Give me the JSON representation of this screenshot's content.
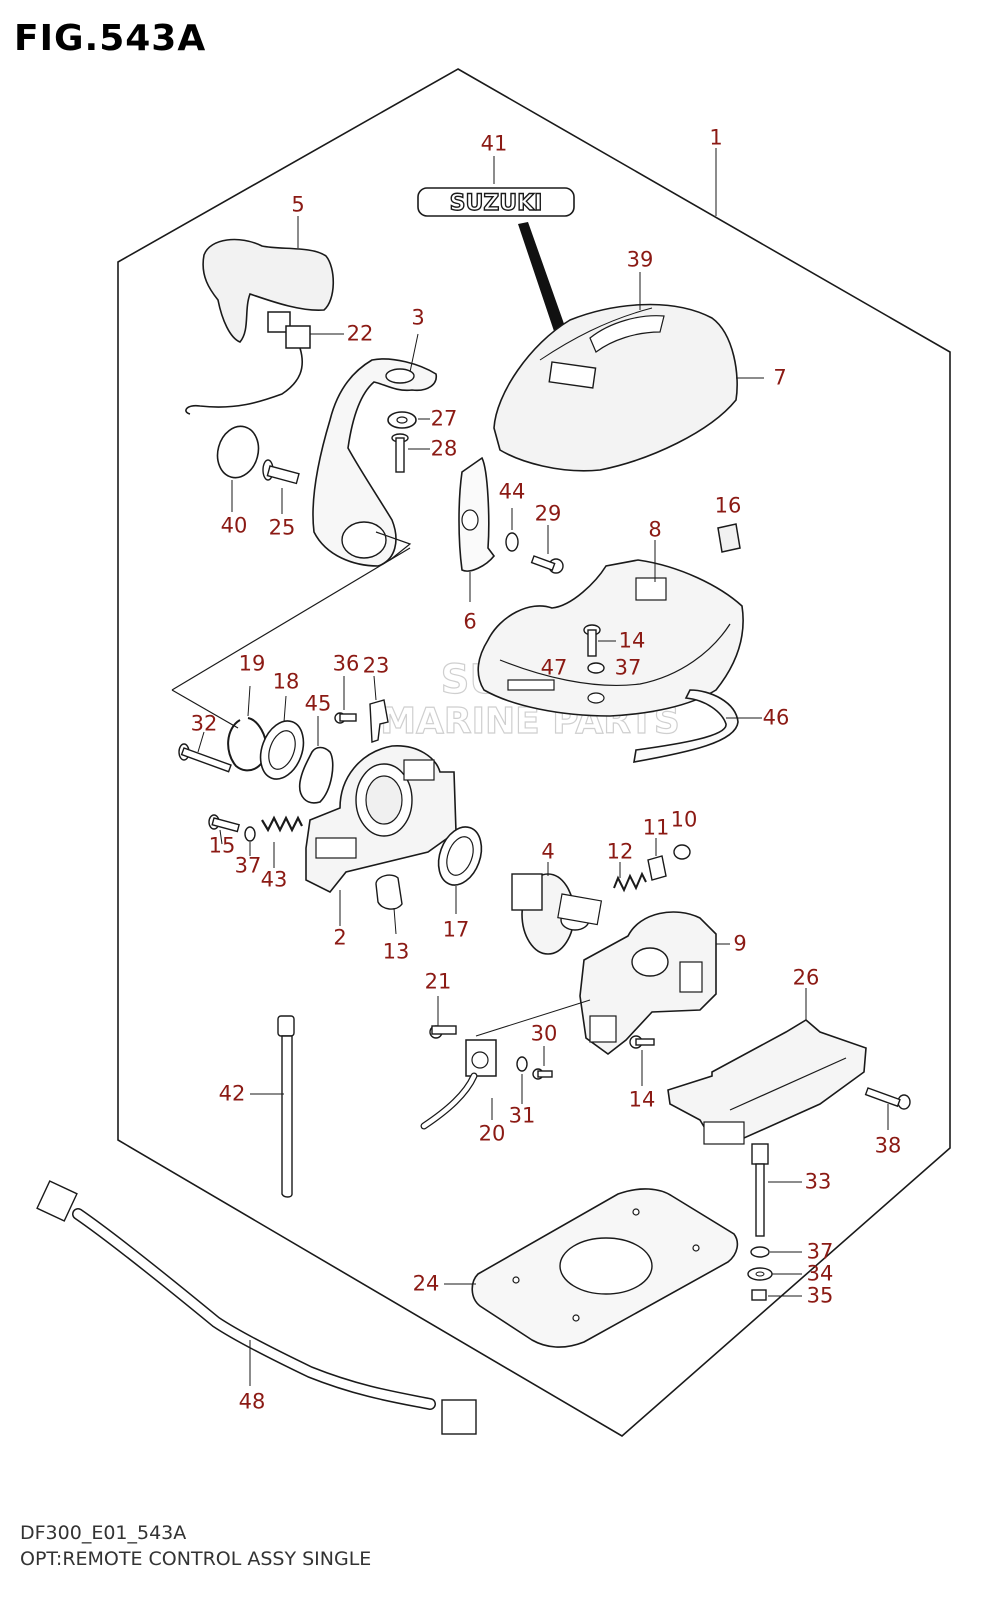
{
  "figure": {
    "title": "FIG.543A",
    "code": "DF300_E01_543A",
    "caption": "OPT:REMOTE CONTROL ASSY SINGLE"
  },
  "emblem_text": "SUZUKI",
  "watermark": {
    "line1": "SUZUKI",
    "line2": "MARINE PARTS"
  },
  "colors": {
    "callout": "#8b1a14",
    "line": "#1a1a1a",
    "part_fill": "#f2f2f2"
  },
  "callouts": {
    "p1": "1",
    "p2": "2",
    "p3": "3",
    "p4": "4",
    "p5": "5",
    "p6": "6",
    "p7": "7",
    "p8": "8",
    "p9": "9",
    "p10": "10",
    "p11": "11",
    "p12": "12",
    "p13": "13",
    "p14a": "14",
    "p14b": "14",
    "p15": "15",
    "p16": "16",
    "p17": "17",
    "p18": "18",
    "p19": "19",
    "p20": "20",
    "p21": "21",
    "p22": "22",
    "p23": "23",
    "p24": "24",
    "p25": "25",
    "p26": "26",
    "p27": "27",
    "p28": "28",
    "p29": "29",
    "p30": "30",
    "p31": "31",
    "p32": "32",
    "p33": "33",
    "p34": "34",
    "p35": "35",
    "p36": "36",
    "p37a": "37",
    "p37b": "37",
    "p37c": "37",
    "p38": "38",
    "p39": "39",
    "p40": "40",
    "p41": "41",
    "p42": "42",
    "p43": "43",
    "p44": "44",
    "p45": "45",
    "p46": "46",
    "p47": "47",
    "p48": "48"
  }
}
